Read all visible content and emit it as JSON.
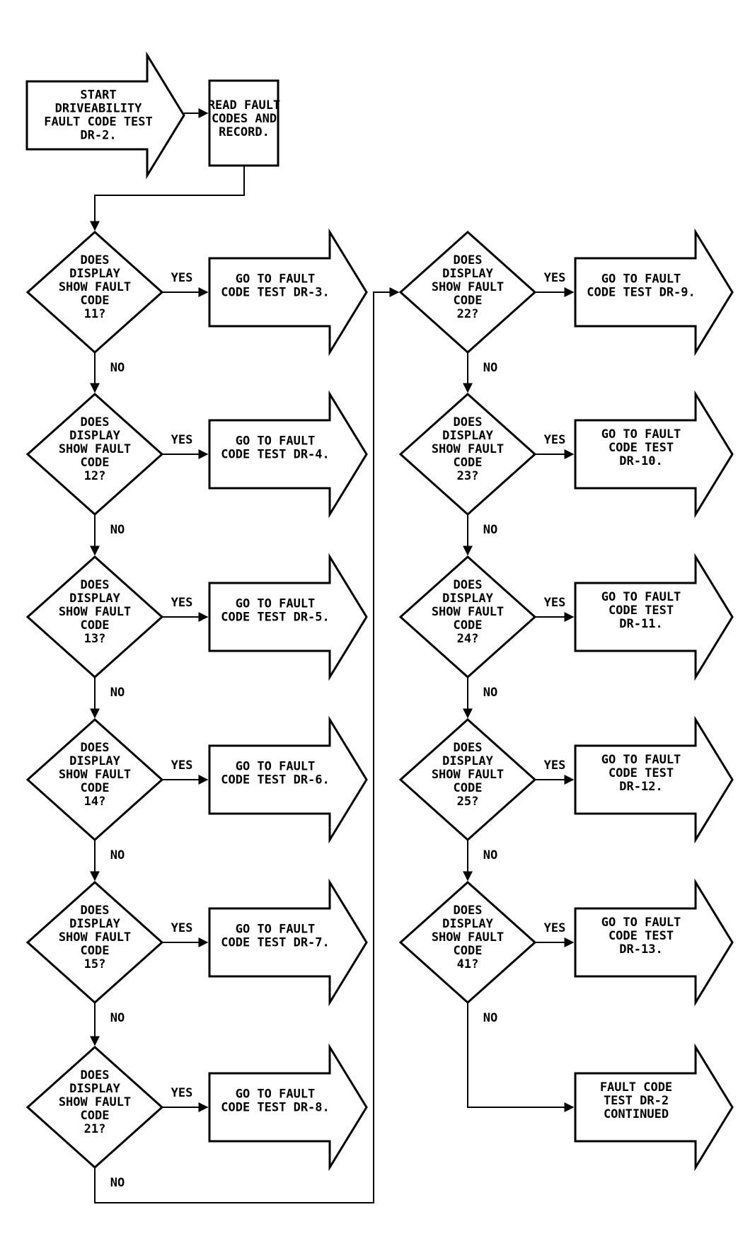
{
  "start": [
    "START",
    "DRIVEABILITY",
    "FAULT CODE TEST",
    "DR-2."
  ],
  "read": [
    "READ FAULT",
    "CODES AND",
    "RECORD."
  ],
  "question": [
    "DOES",
    "DISPLAY",
    "SHOW FAULT",
    "CODE"
  ],
  "yes_label": "YES",
  "no_label": "NO",
  "left_column": [
    {
      "code": "11?",
      "result": [
        "GO TO FAULT",
        "CODE TEST DR-3."
      ]
    },
    {
      "code": "12?",
      "result": [
        "GO TO FAULT",
        "CODE TEST DR-4."
      ]
    },
    {
      "code": "13?",
      "result": [
        "GO TO FAULT",
        "CODE TEST DR-5."
      ]
    },
    {
      "code": "14?",
      "result": [
        "GO TO FAULT",
        "CODE TEST DR-6."
      ]
    },
    {
      "code": "15?",
      "result": [
        "GO TO FAULT",
        "CODE TEST DR-7."
      ]
    },
    {
      "code": "21?",
      "result": [
        "GO TO FAULT",
        "CODE TEST DR-8."
      ]
    }
  ],
  "right_column": [
    {
      "code": "22?",
      "result": [
        "GO TO FAULT",
        "CODE TEST DR-9."
      ]
    },
    {
      "code": "23?",
      "result": [
        "GO TO FAULT",
        "CODE TEST",
        "DR-10."
      ]
    },
    {
      "code": "24?",
      "result": [
        "GO TO FAULT",
        "CODE TEST",
        "DR-11."
      ]
    },
    {
      "code": "25?",
      "result": [
        "GO TO FAULT",
        "CODE TEST",
        "DR-12."
      ]
    },
    {
      "code": "41?",
      "result": [
        "GO TO FAULT",
        "CODE TEST",
        "DR-13."
      ]
    }
  ],
  "continued": [
    "FAULT CODE",
    "TEST DR-2",
    "CONTINUED"
  ]
}
